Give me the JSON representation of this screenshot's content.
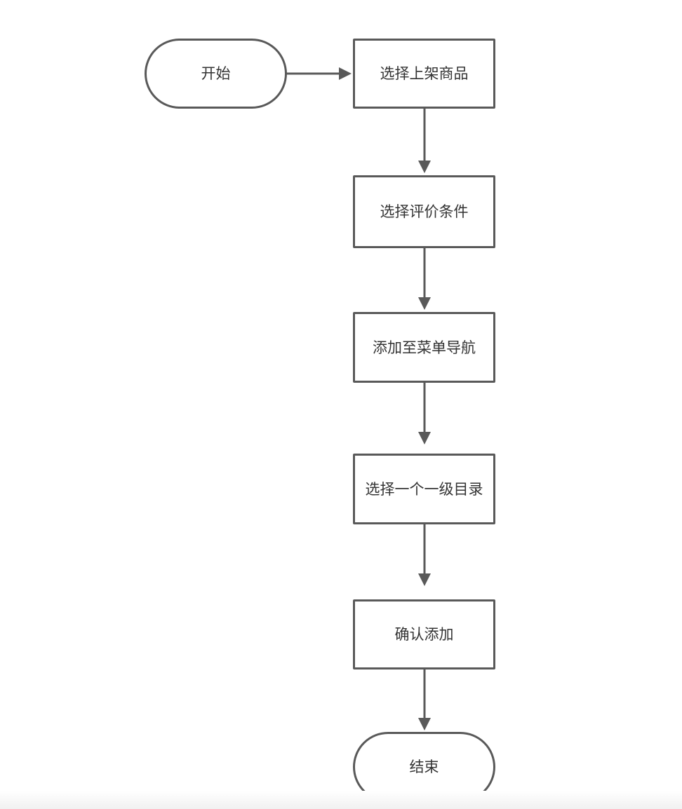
{
  "diagram": {
    "type": "flowchart",
    "colors": {
      "stroke": "#595959",
      "text": "#333333",
      "fill": "#ffffff"
    },
    "nodes": [
      {
        "id": "start",
        "shape": "terminal",
        "label": "开始"
      },
      {
        "id": "select-product",
        "shape": "process",
        "label": "选择上架商品"
      },
      {
        "id": "select-review-condition",
        "shape": "process",
        "label": "选择评价条件"
      },
      {
        "id": "add-to-menu-nav",
        "shape": "process",
        "label": "添加至菜单导航"
      },
      {
        "id": "select-first-level-category",
        "shape": "process",
        "label": "选择一个一级目录"
      },
      {
        "id": "confirm-add",
        "shape": "process",
        "label": "确认添加"
      },
      {
        "id": "end",
        "shape": "terminal",
        "label": "结束"
      }
    ],
    "edges": [
      {
        "from": "start",
        "to": "select-product"
      },
      {
        "from": "select-product",
        "to": "select-review-condition"
      },
      {
        "from": "select-review-condition",
        "to": "add-to-menu-nav"
      },
      {
        "from": "add-to-menu-nav",
        "to": "select-first-level-category"
      },
      {
        "from": "select-first-level-category",
        "to": "confirm-add"
      },
      {
        "from": "confirm-add",
        "to": "end"
      }
    ]
  }
}
